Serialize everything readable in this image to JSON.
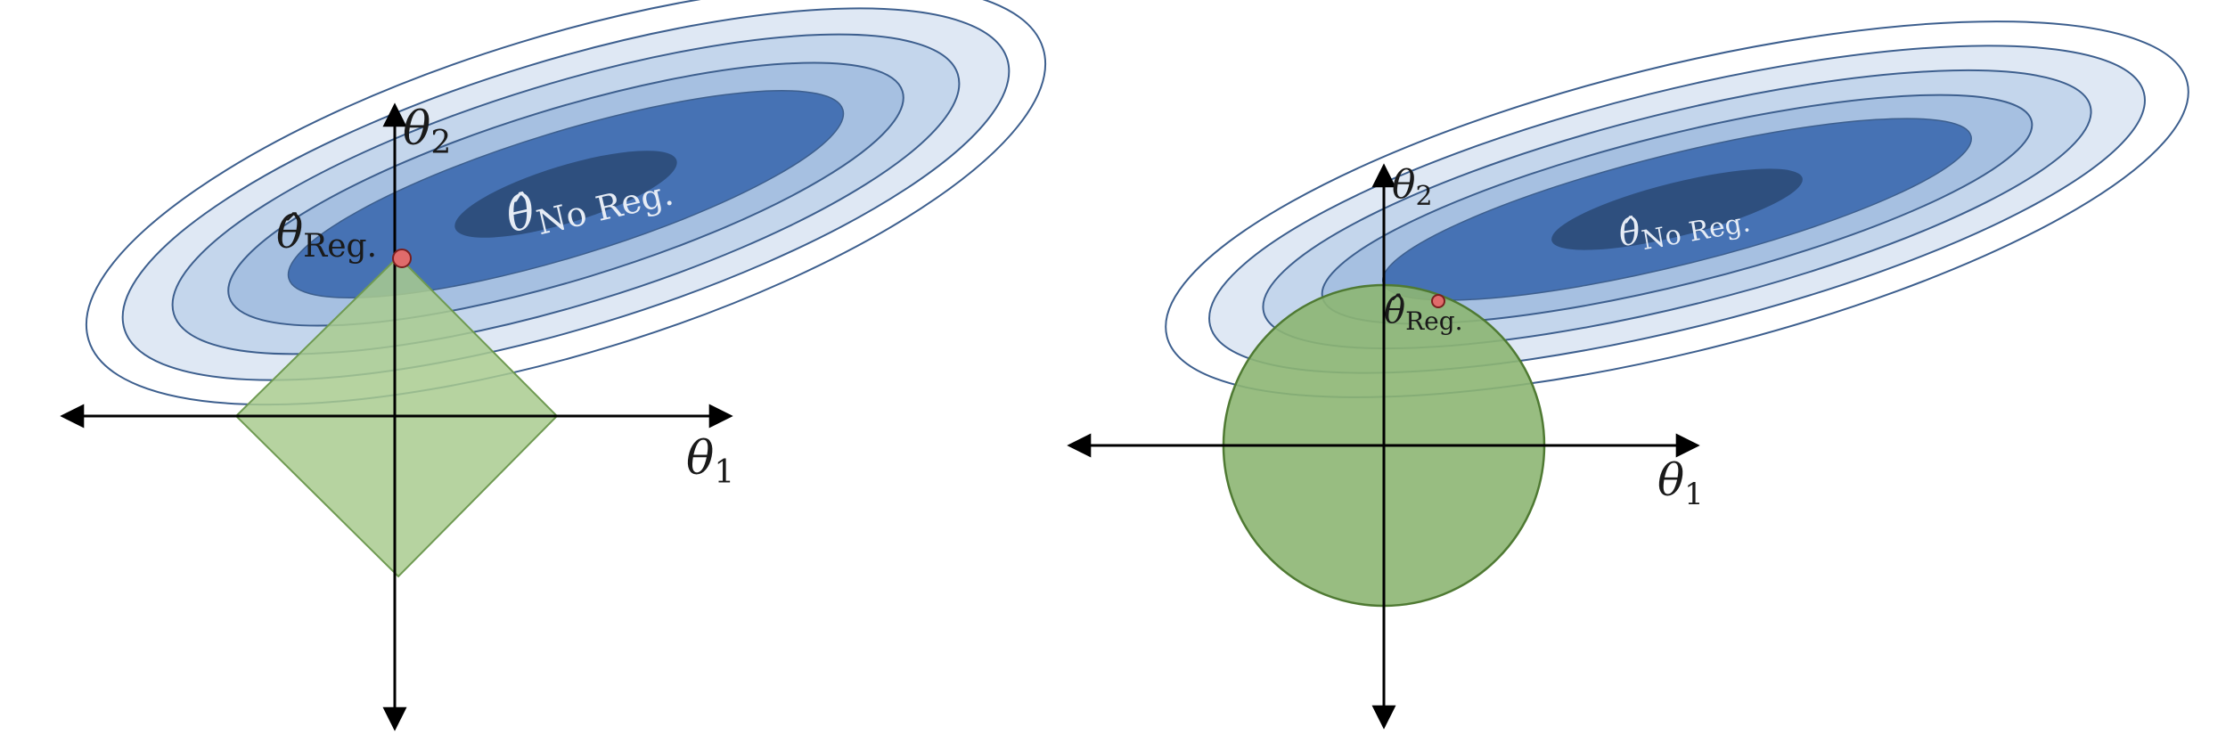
{
  "panels": [
    {
      "id": "l1",
      "axis_x_label": "θ",
      "axis_x_sub": "1",
      "axis_y_label": "θ",
      "axis_y_sub": "2",
      "estimate_no_reg": "θ̂",
      "estimate_no_reg_sub": "No Reg.",
      "estimate_reg": "θ̂",
      "estimate_reg_sub": "Reg.",
      "constraint_shape": "diamond"
    },
    {
      "id": "l2",
      "axis_x_label": "θ",
      "axis_x_sub": "1",
      "axis_y_label": "θ",
      "axis_y_sub": "2",
      "estimate_no_reg": "θ̂",
      "estimate_no_reg_sub": "No Reg.",
      "estimate_reg": "θ̂",
      "estimate_reg_sub": "Reg.",
      "constraint_shape": "circle"
    }
  ],
  "colors": {
    "contour_levels": [
      "#dfe8f4",
      "#c4d6ec",
      "#a6c0e1",
      "#4672b4",
      "#2e4f7e"
    ],
    "contour_outline": "#3d5f8e",
    "constraint_fill_diamond": "#a9cb8f",
    "constraint_fill_circle": "#8db673",
    "constraint_stroke": "#4f7a33",
    "point_fill": "#e06b6b",
    "point_stroke": "#7a1f1f",
    "axis": "#000000"
  }
}
